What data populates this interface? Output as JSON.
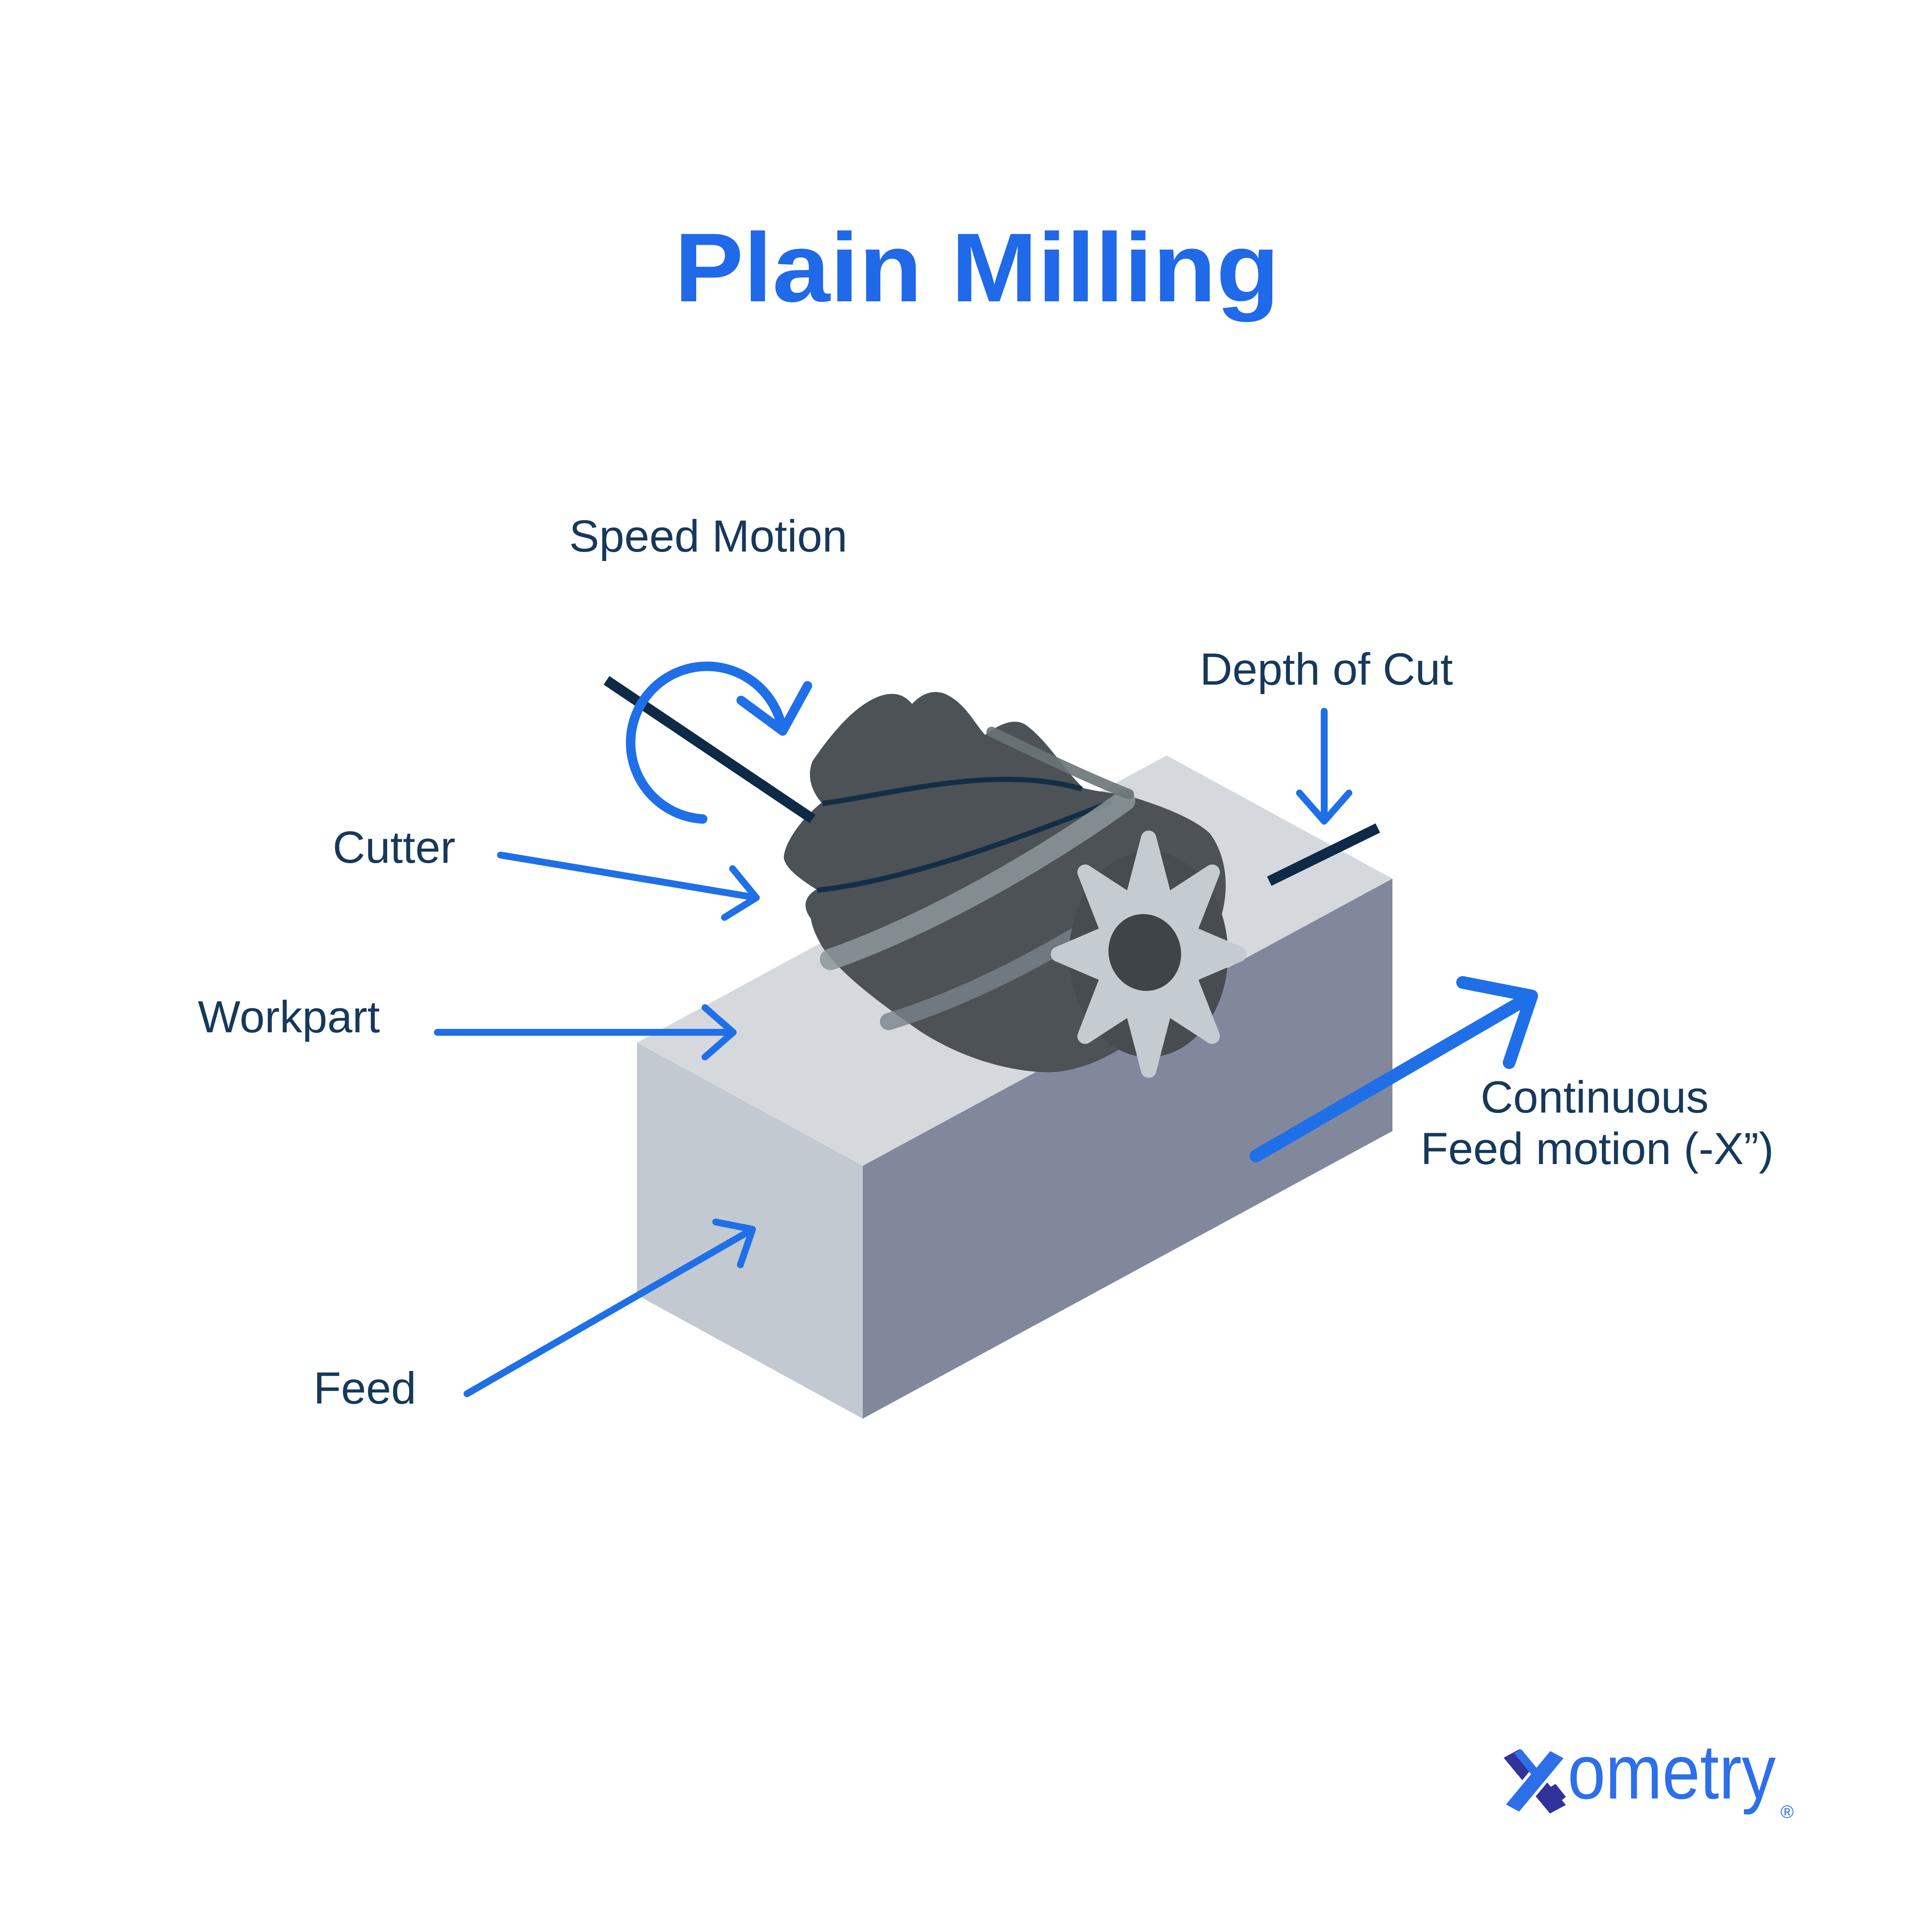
{
  "title": "Plain Milling",
  "labels": {
    "speed_motion": "Speed Motion",
    "depth_of_cut": "Depth of Cut",
    "cutter": "Cutter",
    "workpart": "Workpart",
    "feed": "Feed",
    "continuous_feed_line1": "Continuous",
    "continuous_feed_line2": "Feed motion (-X”)"
  },
  "logo": {
    "name": "Xometry",
    "wordmark_tail": "ometry",
    "registered_mark": "®"
  },
  "colors": {
    "title_blue": "#2069E8",
    "label_navy": "#16395B",
    "arrow_blue": "#1F6FE8",
    "dark_line_navy": "#0E2A46",
    "workpart_top_face": "#D5D9DE",
    "workpart_left_face": "#C3C9D0",
    "workpart_front_face": "#82889B",
    "cutter_body": "#4C5256",
    "cutter_highlight": "#8C969B",
    "cutter_shadow": "#343A3E",
    "gear_face": "#C4CBD1",
    "gear_hole": "#3E4448",
    "logo_indigo": "#31339B",
    "logo_blue": "#2D6FE9",
    "background": "#FFFFFF"
  }
}
